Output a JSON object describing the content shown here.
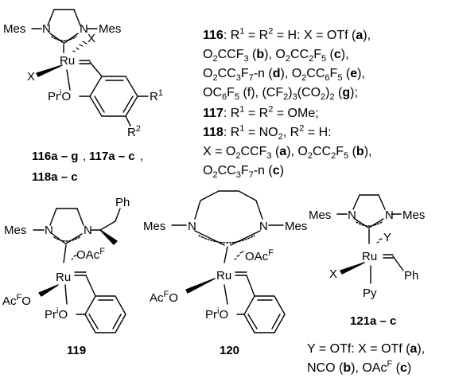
{
  "structures": {
    "s116": {
      "mes_left": "Mes",
      "mes_right": "Mes",
      "n_left": "N",
      "n_right": "N",
      "x_top": "X",
      "ru": "Ru",
      "x_left": "X",
      "o_pri": "PriO",
      "r1": "R1",
      "r2": "R2",
      "caption_a": "116a – g",
      "caption_b": "117a – c",
      "caption_c": "118a – c"
    },
    "s119": {
      "mes": "Mes",
      "n_left": "N",
      "n_right": "N",
      "ph": "Ph",
      "oacf": "OAcF",
      "ru": "Ru",
      "acfo": "AcFO",
      "o_pri": "PriO",
      "caption": "119"
    },
    "s120": {
      "mes_left": "Mes",
      "mes_right": "Mes",
      "n_left": "N",
      "n_right": "N",
      "oacf": "OAcF",
      "ru": "Ru",
      "acfo": "AcFO",
      "o_pri": "PriO",
      "caption": "120"
    },
    "s121": {
      "mes_left": "Mes",
      "mes_right": "Mes",
      "n_left": "N",
      "n_right": "N",
      "y": "Y",
      "ru": "Ru",
      "x": "X",
      "ph": "Ph",
      "py": "Py",
      "caption": "121a – c"
    }
  },
  "legend_116": [
    "116: R1 = R2 = H: X = OTf (a),",
    "O2CCF3 (b), O2CC2F5 (c),",
    "O2CC3F7-n (d), O2CC6F5 (e),",
    "OC6F5 (f), (CF2)3(CO2)2 (g);",
    "117: R1 = R2 = OMe;",
    "118: R1 = NO2, R2 = H:",
    "X = O2CCF3 (a), O2CC2F5 (b),",
    "O2CC3F7-n (c)"
  ],
  "legend_121": [
    "Y = OTf: X = OTf (a),",
    "NCO (b), OAcF (c)"
  ]
}
